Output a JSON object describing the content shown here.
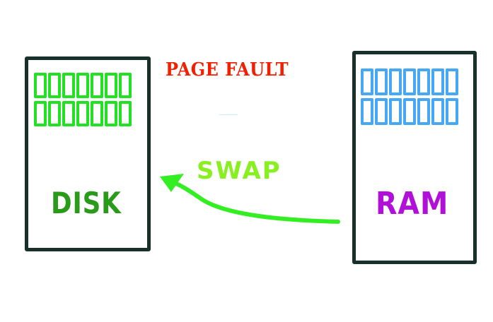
{
  "title": "PAGE FAULT",
  "disk": {
    "label": "DISK",
    "page_rows": 2,
    "pages_per_row": 7,
    "color": "#22e022",
    "label_color": "#2a9a1a"
  },
  "ram": {
    "label": "RAM",
    "page_rows": 2,
    "pages_per_row": 7,
    "color": "#46a8f5",
    "label_color": "#b010d8"
  },
  "arrow": {
    "label": "SWAP",
    "from": "RAM",
    "to": "DISK",
    "color": "#33ee22",
    "label_color": "#88f020"
  },
  "colors": {
    "title": "#f02000",
    "box_border": "#17302a"
  }
}
